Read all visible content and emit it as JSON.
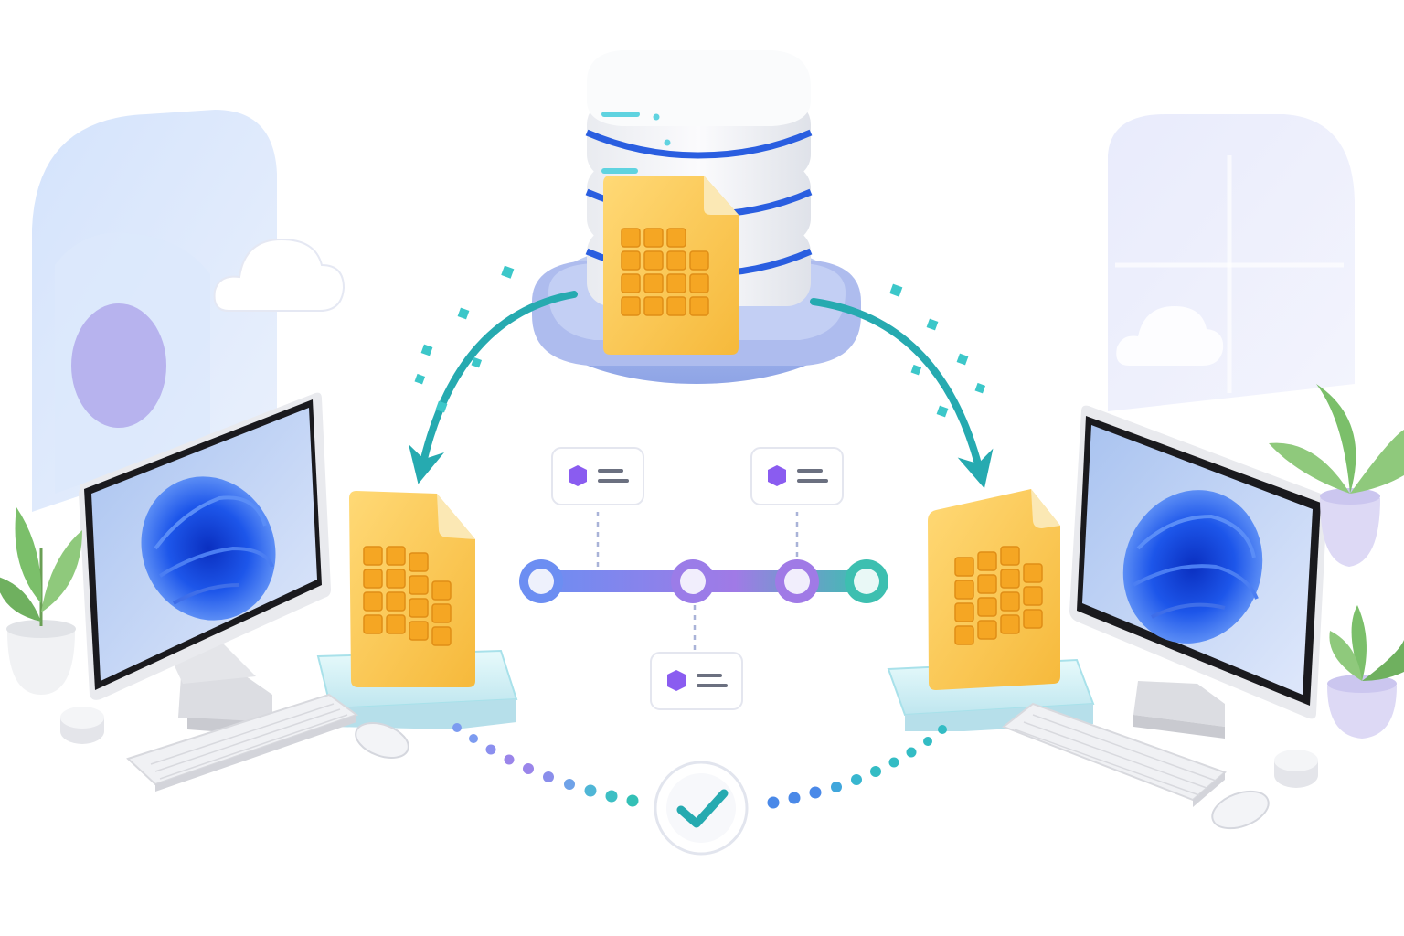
{
  "colors": {
    "background": "#ffffff",
    "file": "#f9c74f",
    "file_grid": "#f5a623",
    "server_body": "#f3f4f7",
    "server_stripe": "#2a5ee0",
    "server_base": "#9fb4ea",
    "arrow": "#26aab0",
    "timeline_blue": "#6c8ef2",
    "timeline_purple": "#a07ae6",
    "timeline_teal": "#3dbfb0",
    "check": "#26aab0",
    "screen_bloom": "#1d4fe0",
    "plant": "#7bbf6a"
  },
  "icons": [
    "database-server-icon",
    "spreadsheet-file-icon",
    "sync-arrow-icon",
    "cube-icon",
    "checkmark-icon",
    "cloud-icon",
    "desktop-monitor-icon",
    "keyboard-icon",
    "mouse-icon",
    "plant-icon"
  ],
  "timeline": {
    "node_count": 4,
    "card_count": 3,
    "connector": "dotted"
  },
  "status": {
    "state": "success",
    "icon": "checkmark-icon"
  }
}
